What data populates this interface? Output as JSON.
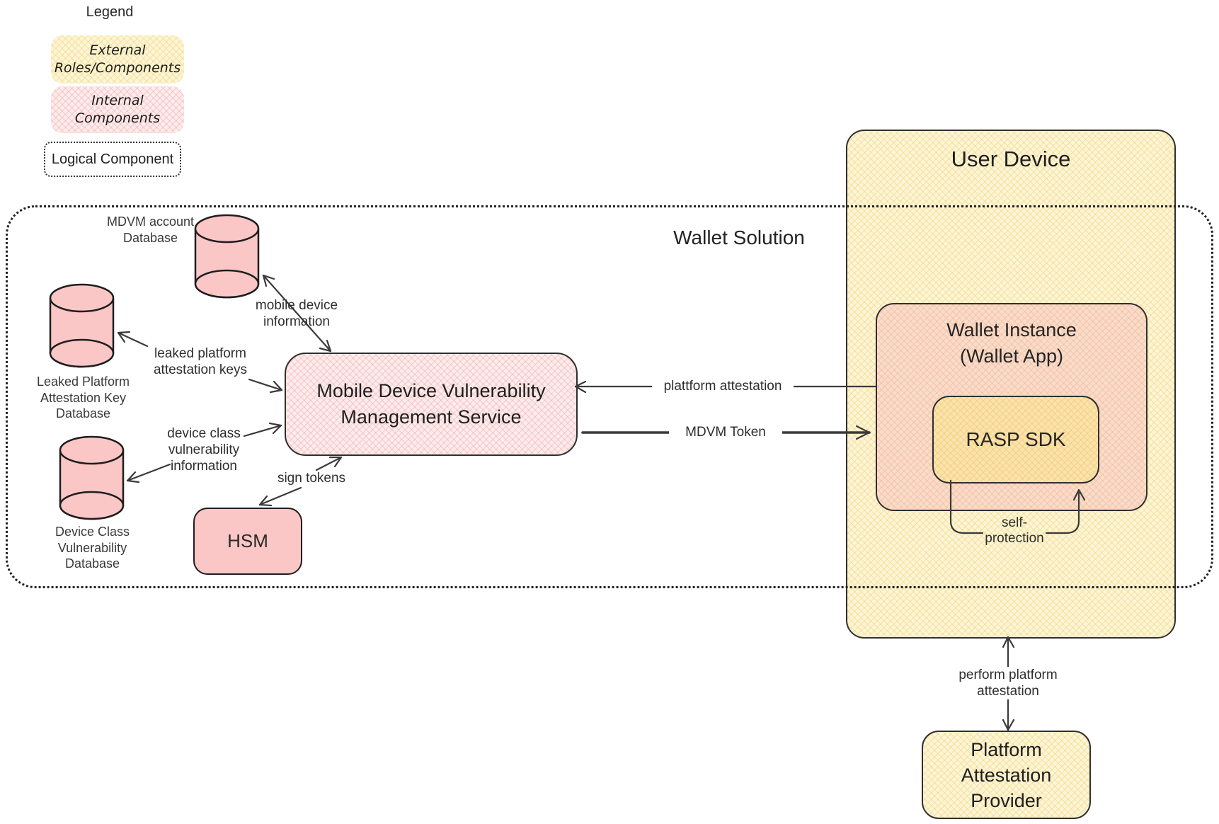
{
  "legend": {
    "title": "Legend",
    "external": {
      "line1": "External",
      "line2": "Roles/Components"
    },
    "internal": {
      "line1": "Internal",
      "line2": "Components"
    },
    "logical": {
      "label": "Logical Component"
    }
  },
  "wallet_solution": {
    "label": "Wallet Solution"
  },
  "user_device": {
    "title": "User Device"
  },
  "wallet_instance": {
    "line1": "Wallet Instance",
    "line2": "(Wallet App)"
  },
  "rasp_sdk": {
    "label": "RASP SDK"
  },
  "platform_provider": {
    "line1": "Platform",
    "line2": "Attestation",
    "line3": "Provider"
  },
  "mdvm_service": {
    "line1": "Mobile Device Vulnerability",
    "line2": "Management Service"
  },
  "hsm": {
    "label": "HSM"
  },
  "databases": {
    "mdvm_account": {
      "line1": "MDVM account",
      "line2": "Database"
    },
    "leaked_platform": {
      "line1": "Leaked Platform",
      "line2": "Attestation Key",
      "line3": "Database"
    },
    "device_class": {
      "line1": "Device Class",
      "line2": "Vulnerability",
      "line3": "Database"
    }
  },
  "edges": {
    "mobile_device_info": {
      "line1": "mobile device",
      "line2": "information"
    },
    "leaked_keys": {
      "line1": "leaked platform",
      "line2": "attestation keys"
    },
    "device_class_vuln": {
      "line1": "device class",
      "line2": "vulnerability",
      "line3": "information"
    },
    "sign_tokens": {
      "label": "sign tokens"
    },
    "platform_attestation": {
      "label": "plattform attestation"
    },
    "mdvm_token": {
      "label": "MDVM Token"
    },
    "self_protection": {
      "line1": "self-",
      "line2": "protection"
    },
    "perform_attestation": {
      "line1": "perform platform",
      "line2": "attestation"
    }
  },
  "colors": {
    "yellow-base": "#fdf5d6",
    "yellow-hatch": "rgba(233,196,80,0.30)",
    "pink-solid": "#fbc6c6",
    "pink-base": "#fdecec",
    "pink-hatch": "rgba(236,146,146,0.30)",
    "peach-base": "#f9dcc9",
    "peach-hatch": "rgba(238,158,122,0.28)",
    "orange-base": "#fae3ae",
    "orange-hatch": "rgba(240,185,70,0.32)",
    "stroke": "#2f2f2f",
    "line": "#3a3a3a",
    "text": "#262626"
  }
}
